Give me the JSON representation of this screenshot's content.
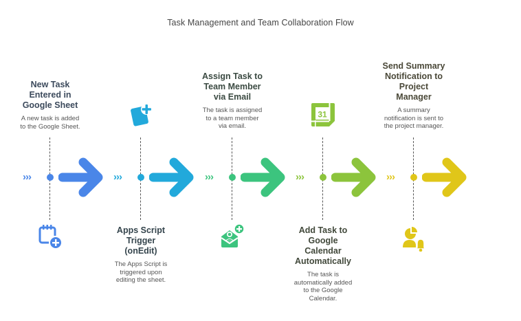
{
  "title": "Task Management and Team Collaboration Flow",
  "steps": [
    {
      "title": "New Task Entered in Google Sheet",
      "title_lines": [
        "New Task",
        "Entered in",
        "Google Sheet"
      ],
      "desc_lines": [
        "A new task is added",
        "to the Google Sheet."
      ],
      "icon": "calendar-add-icon",
      "color": "#4A86E8",
      "text_color": "#3c4a5c",
      "label_position": "top"
    },
    {
      "title": "Apps Script Trigger (onEdit)",
      "title_lines": [
        "Apps Script",
        "Trigger",
        "(onEdit)"
      ],
      "desc_lines": [
        "The Apps Script is",
        "triggered upon",
        "editing the sheet."
      ],
      "icon": "document-add-icon",
      "color": "#22A9DB",
      "text_color": "#34444c",
      "label_position": "bottom"
    },
    {
      "title": "Assign Task to Team Member via Email",
      "title_lines": [
        "Assign Task to",
        "Team Member",
        "via Email"
      ],
      "desc_lines": [
        "The task is assigned",
        "to a team member",
        "via email."
      ],
      "icon": "email-user-add-icon",
      "color": "#3CC47E",
      "text_color": "#3b4a42",
      "label_position": "top"
    },
    {
      "title": "Add Task to Google Calendar Automatically",
      "title_lines": [
        "Add Task to",
        "Google",
        "Calendar",
        "Automatically"
      ],
      "desc_lines": [
        "The task is",
        "automatically added",
        "to the Google",
        "Calendar."
      ],
      "icon": "google-calendar-icon",
      "color": "#8CC43C",
      "text_color": "#41483a",
      "label_position": "bottom"
    },
    {
      "title": "Send Summary Notification to Project Manager",
      "title_lines": [
        "Send Summary",
        "Notification to",
        "Project",
        "Manager"
      ],
      "desc_lines": [
        "A summary",
        "notification is sent to",
        "the project manager."
      ],
      "icon": "user-report-bell-icon",
      "color": "#E0C619",
      "text_color": "#4a4838",
      "label_position": "top"
    }
  ],
  "calendar_day": "31",
  "chevrons": "›››"
}
